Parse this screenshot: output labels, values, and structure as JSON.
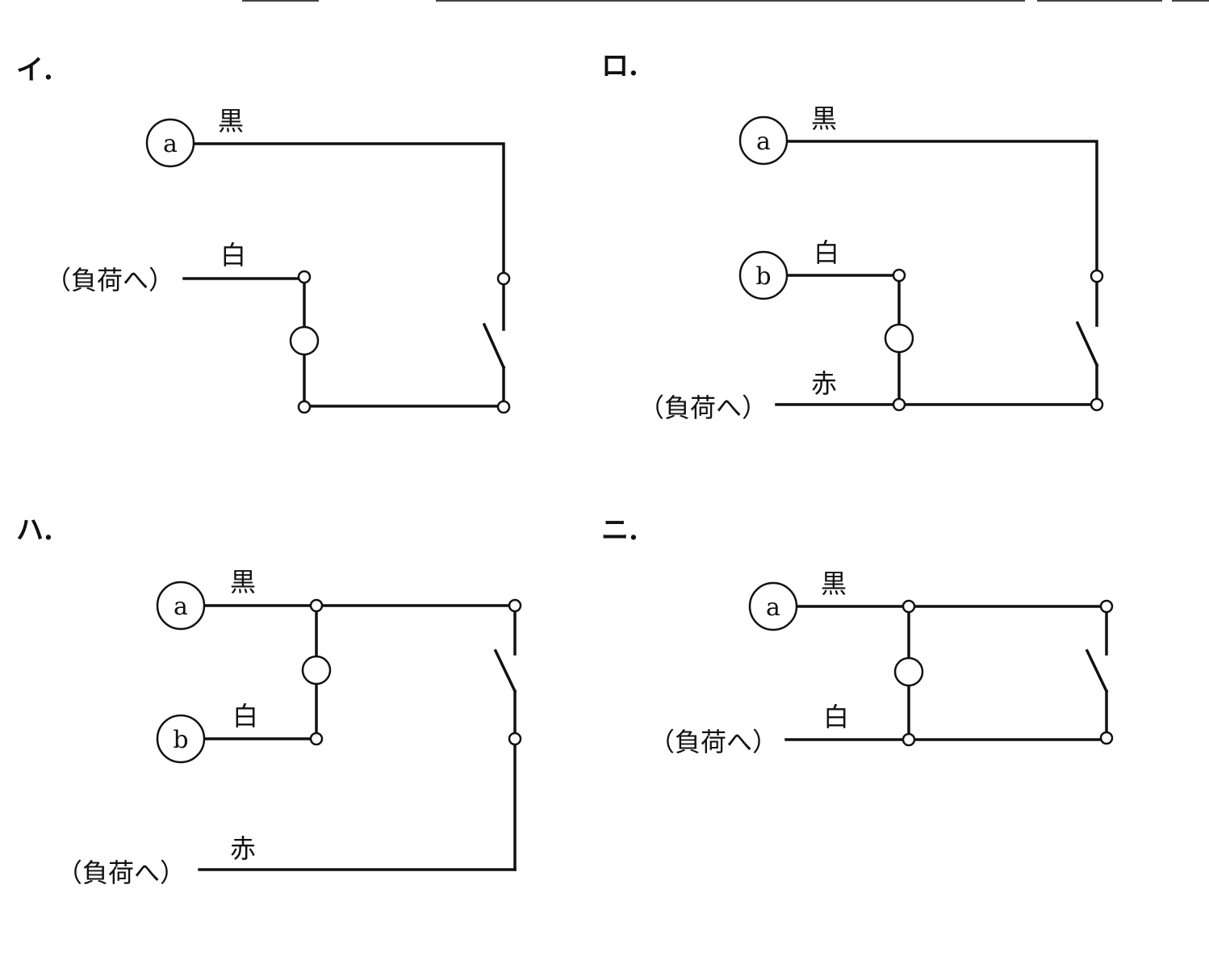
{
  "options": [
    {
      "id": "i",
      "label": "イ.",
      "terminals": [
        "a"
      ],
      "wires": [
        "黒",
        "白"
      ],
      "load": "（負荷へ）"
    },
    {
      "id": "ro",
      "label": "ロ.",
      "terminals": [
        "a",
        "b"
      ],
      "wires": [
        "黒",
        "白",
        "赤"
      ],
      "load": "（負荷へ）"
    },
    {
      "id": "ha",
      "label": "ハ.",
      "terminals": [
        "a",
        "b"
      ],
      "wires": [
        "黒",
        "白",
        "赤"
      ],
      "load": "（負荷へ）"
    },
    {
      "id": "ni",
      "label": "ニ.",
      "terminals": [
        "a"
      ],
      "wires": [
        "黒",
        "白"
      ],
      "load": "（負荷へ）"
    }
  ]
}
